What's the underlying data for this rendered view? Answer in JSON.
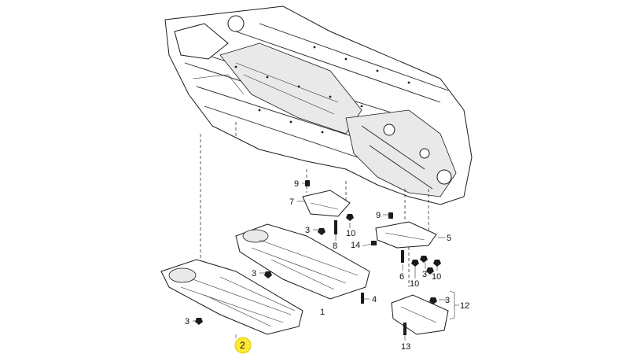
{
  "callouts": [
    {
      "id": "c1",
      "label": "1"
    },
    {
      "id": "c2",
      "label": "2",
      "highlighted": true
    },
    {
      "id": "c3a",
      "label": "3"
    },
    {
      "id": "c3b",
      "label": "3"
    },
    {
      "id": "c3c",
      "label": "3"
    },
    {
      "id": "c3d",
      "label": "3"
    },
    {
      "id": "c3e",
      "label": "3"
    },
    {
      "id": "c4",
      "label": "4"
    },
    {
      "id": "c5",
      "label": "5"
    },
    {
      "id": "c6",
      "label": "6"
    },
    {
      "id": "c7",
      "label": "7"
    },
    {
      "id": "c8",
      "label": "8"
    },
    {
      "id": "c9a",
      "label": "9"
    },
    {
      "id": "c9b",
      "label": "9"
    },
    {
      "id": "c10a",
      "label": "10"
    },
    {
      "id": "c10b",
      "label": "10"
    },
    {
      "id": "c10c",
      "label": "10"
    },
    {
      "id": "c12",
      "label": "12"
    },
    {
      "id": "c13",
      "label": "13"
    },
    {
      "id": "c14",
      "label": "14"
    }
  ],
  "colors": {
    "highlight": "#ffe833",
    "line": "#1b1b1b",
    "background": "#ffffff"
  }
}
